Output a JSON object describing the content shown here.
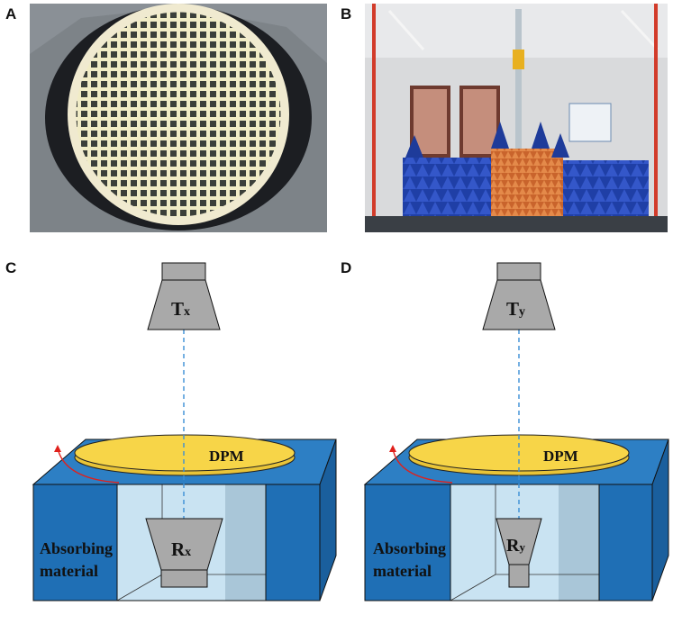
{
  "panels": {
    "a": {
      "letter": "A"
    },
    "b": {
      "letter": "B"
    },
    "c": {
      "letter": "C",
      "tx_main": "T",
      "tx_sub": "x",
      "dpm": "DPM",
      "rx_main": "R",
      "rx_sub": "x",
      "absorber_line1": "Absorbing",
      "absorber_line2": "material"
    },
    "d": {
      "letter": "D",
      "tx_main": "T",
      "tx_sub": "y",
      "dpm": "DPM",
      "rx_main": "R",
      "rx_sub": "y",
      "absorber_line1": "Absorbing",
      "absorber_line2": "material"
    }
  },
  "colors": {
    "box_front": "#1f6fb5",
    "box_top": "#2d7fc4",
    "box_side": "#1a5f9d",
    "window": "#c9e3f2",
    "dpm": "#f7d548",
    "horn": "#a9a9a9",
    "beam": "#3b8fd6",
    "arrow": "#e0201b"
  }
}
